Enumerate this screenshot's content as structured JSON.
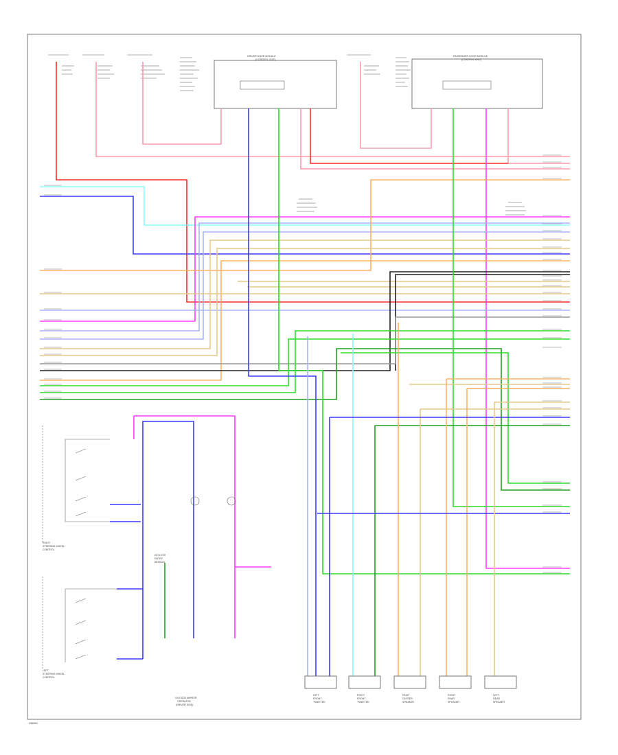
{
  "diagram": {
    "footer_label": "G65063",
    "caption": {
      "outside_door": [
        "OUTSIDE MIRROR",
        "OPERATOR",
        "(DRIVER SIDE)"
      ],
      "keyless": [
        "KEYLESS",
        "ENTRY",
        "MODULE"
      ]
    },
    "modules": {
      "driver_door": [
        "DRIVER DOOR MODULE",
        "(CONTROL UNIT)"
      ],
      "passenger_door": [
        "PASSENGER DOOR MODULE",
        "(CONTROL UNIT)"
      ]
    },
    "speakers": [
      {
        "label": [
          "LEFT",
          "FRONT",
          "TWEETER"
        ]
      },
      {
        "label": [
          "RIGHT",
          "FRONT",
          "TWEETER"
        ]
      },
      {
        "label": [
          "REAR",
          "CENTER",
          "SPEAKER"
        ]
      },
      {
        "label": [
          "RIGHT",
          "REAR",
          "SPEAKER"
        ]
      },
      {
        "label": [
          "LEFT",
          "REAR",
          "SPEAKER"
        ]
      }
    ],
    "switch_groups": [
      {
        "label": [
          "RIGHT",
          "STEERING WHEEL",
          "CONTROL"
        ]
      },
      {
        "label": [
          "LEFT",
          "STEERING WHEEL",
          "CONTROL"
        ]
      }
    ],
    "colors": {
      "red": "#ff2a2a",
      "pink": "#ff99aa",
      "magenta": "#ff3cff",
      "cyan": "#80ffff",
      "blue": "#3a3aff",
      "lightblue": "#a8b4ff",
      "orange": "#ffb060",
      "tan": "#e6c88c",
      "green": "#2bdc2b",
      "darkgreen": "#20a020",
      "black": "#222222",
      "gray": "#999999"
    }
  }
}
